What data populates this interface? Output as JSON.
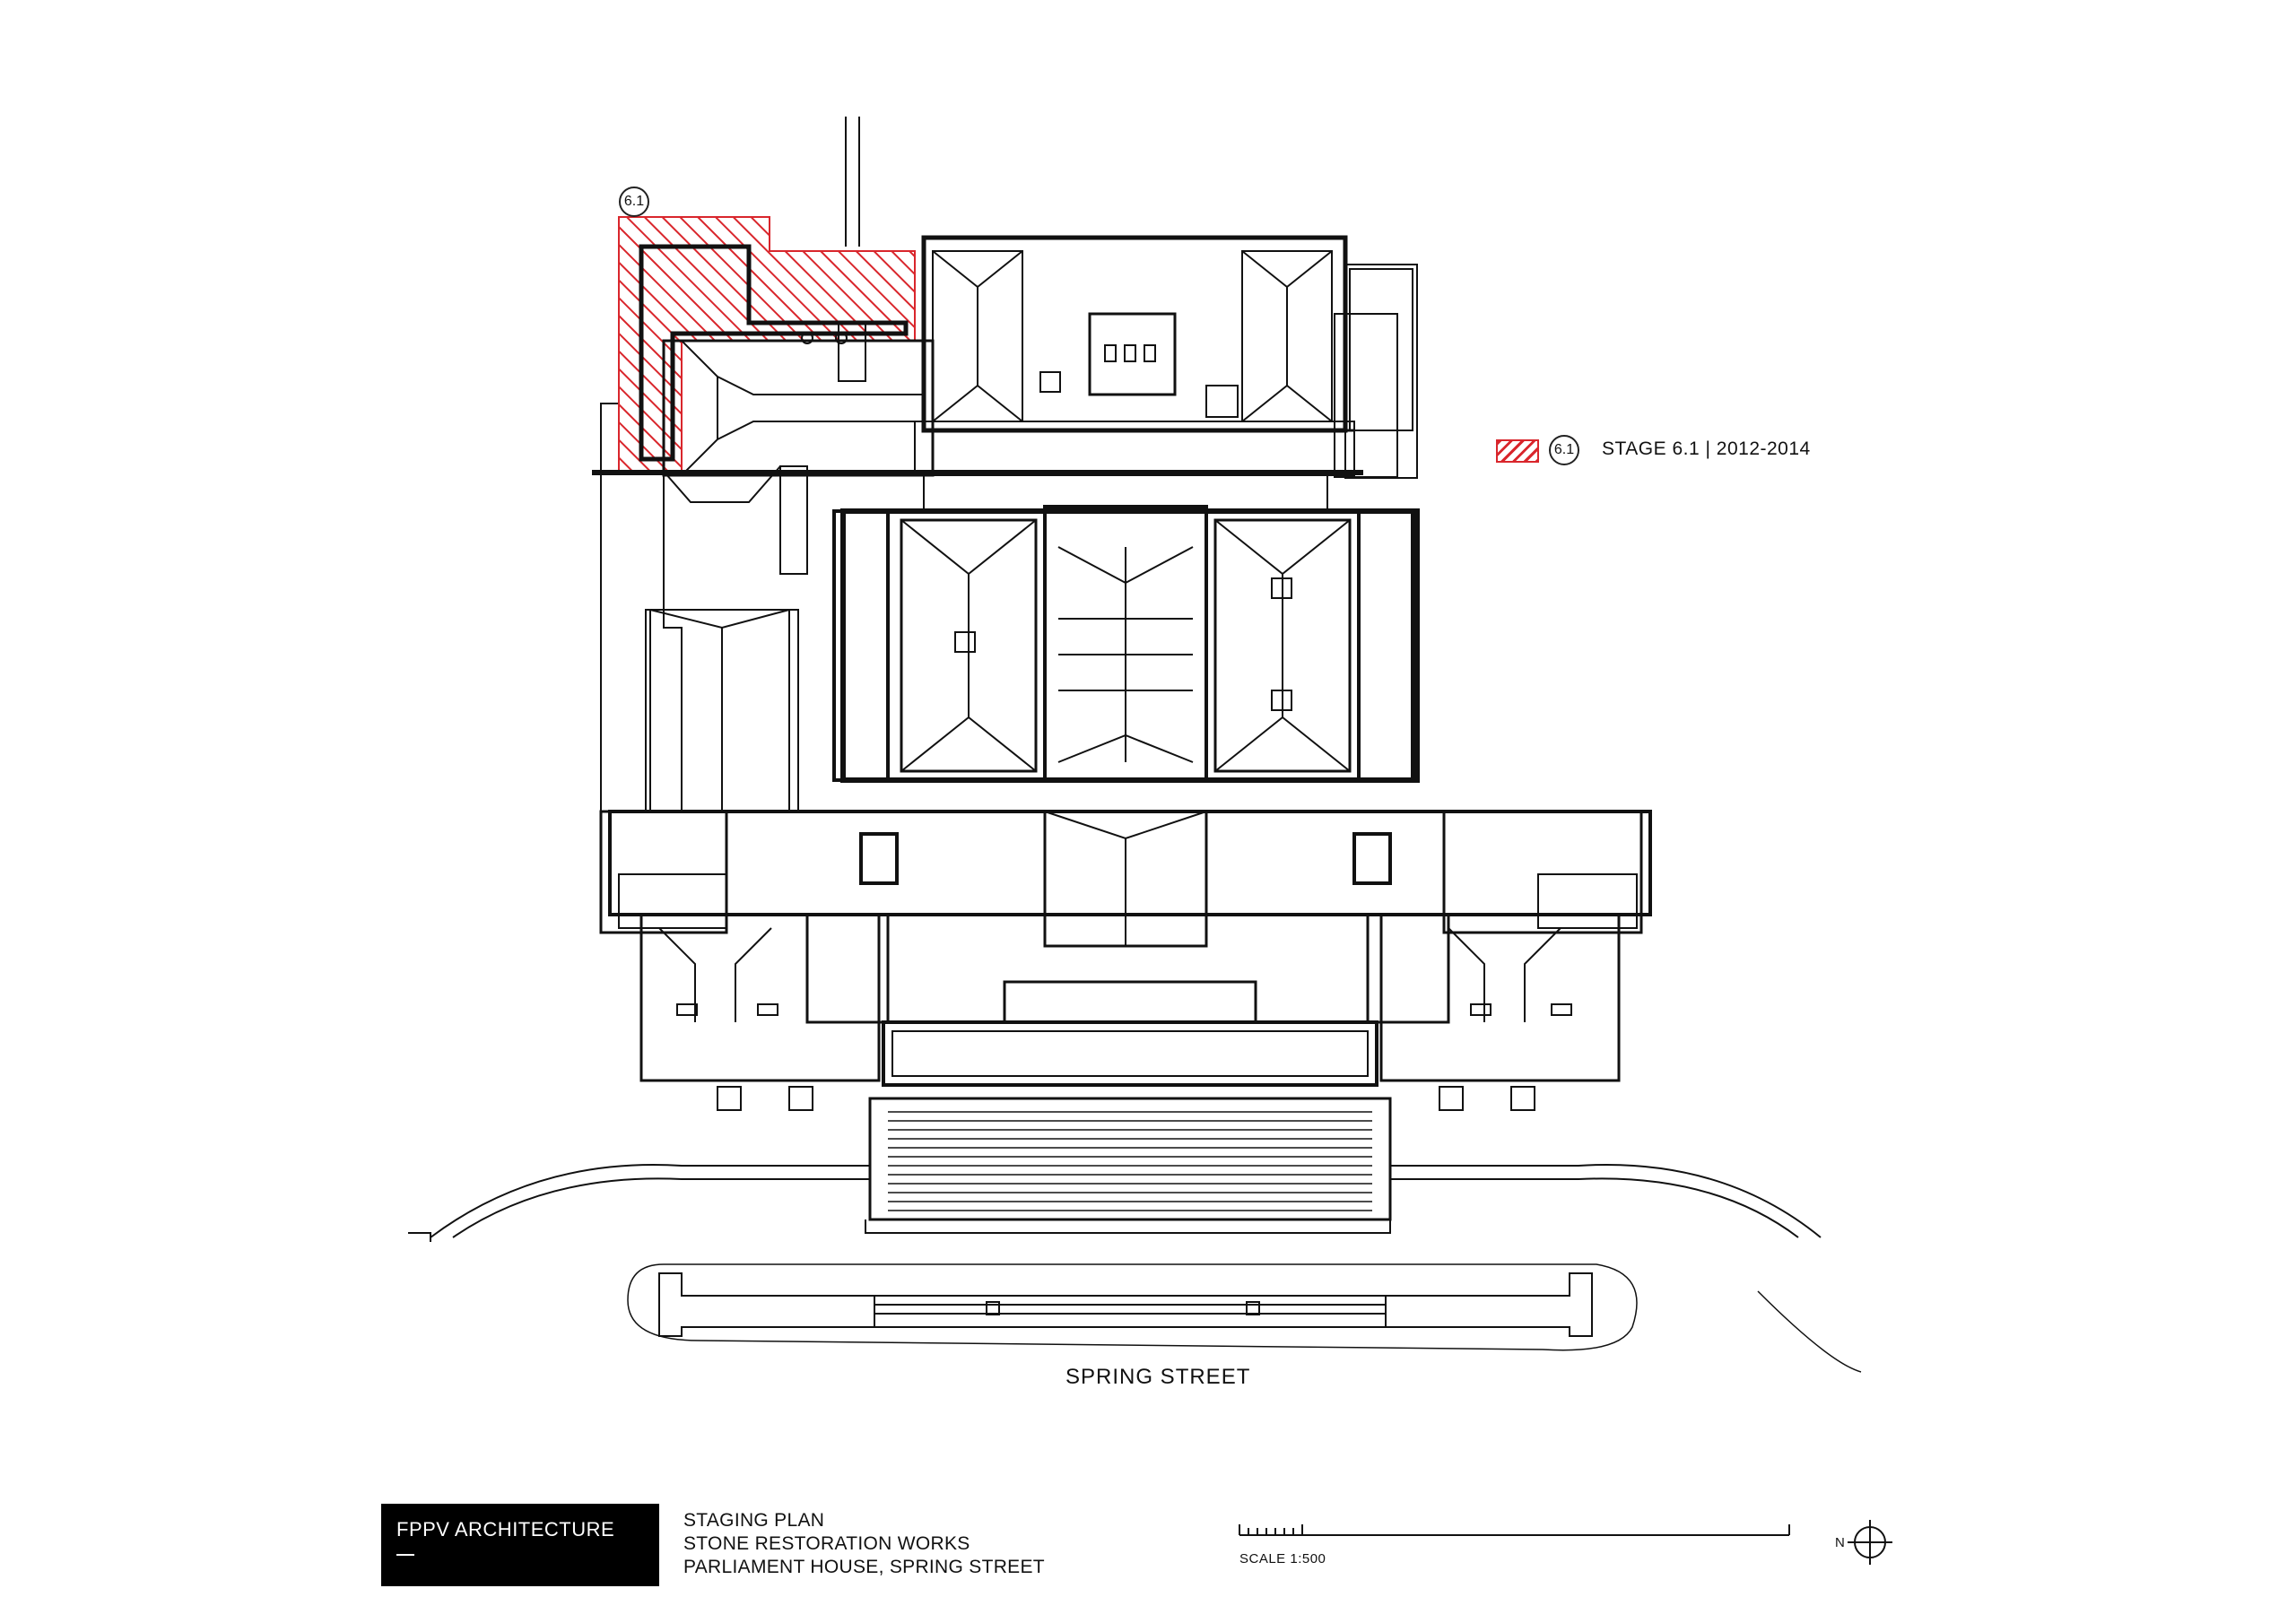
{
  "drawing": {
    "street_label": "SPRING STREET",
    "area_marker": "6.1"
  },
  "legend": {
    "marker": "6.1",
    "label": "STAGE 6.1 | 2012-2014",
    "hatch_color": "#d9262c"
  },
  "title_block": {
    "firm": "FPPV ARCHITECTURE",
    "lines": [
      "STAGING PLAN",
      "STONE RESTORATION WORKS",
      "PARLIAMENT HOUSE, SPRING STREET"
    ],
    "scale": "SCALE 1:500",
    "north": "N",
    "north_icon": "north-arrow-icon"
  },
  "colors": {
    "line": "#111111",
    "hatch": "#d9262c",
    "firm_box": "#000000"
  }
}
